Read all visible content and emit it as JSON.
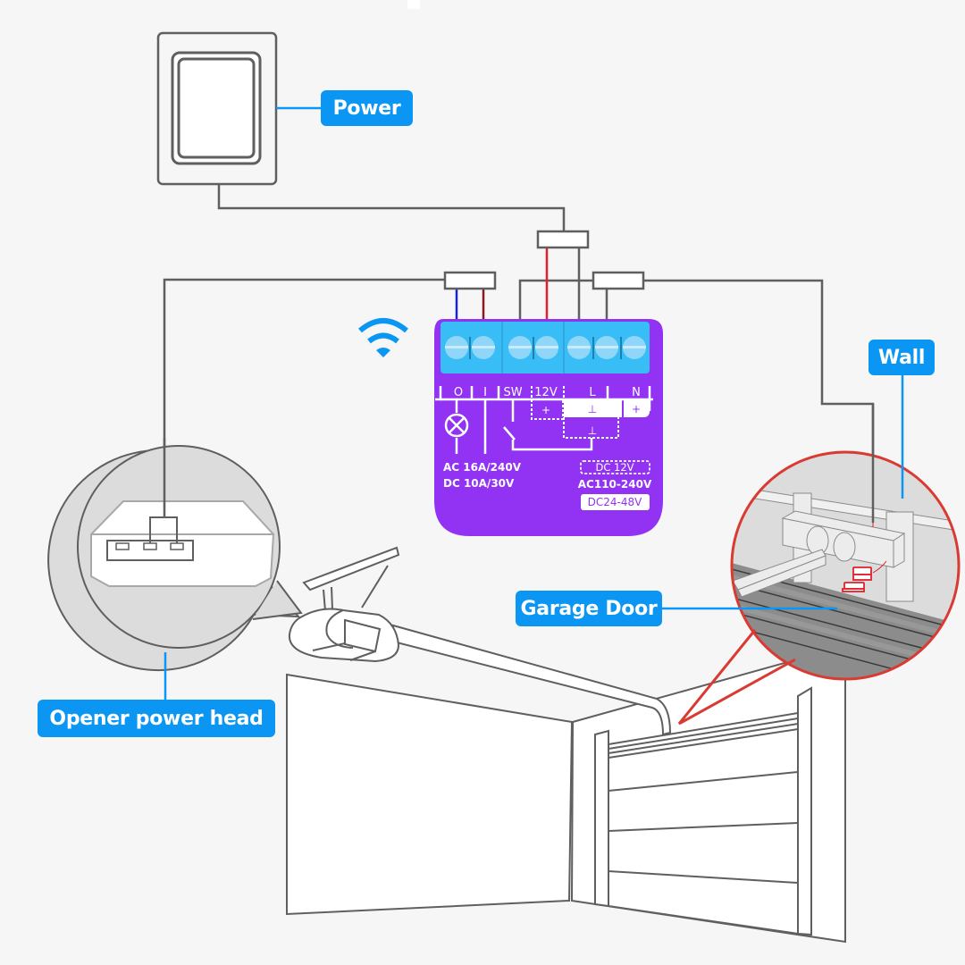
{
  "labels": {
    "power": "Power",
    "wall": "Wall",
    "garage_door": "Garage Door",
    "opener_power_head": "Opener power head"
  },
  "module": {
    "terminals": [
      "O",
      "I",
      "SW",
      "12V",
      "L",
      "N"
    ],
    "plus_12v": "+",
    "ground_l": "⊥",
    "plus_n": "+",
    "ground_dashed": "⊥",
    "rating_ac": "AC 16A/240V",
    "rating_dc": "DC 10A/30V",
    "supply_dc12": "DC 12V",
    "supply_ac": "AC110-240V",
    "supply_dc24": "DC24-48V"
  },
  "icons": {
    "wifi": "wifi-icon",
    "lamp": "lamp-icon"
  },
  "colors": {
    "background": "#f6f6f6",
    "label_blue": "#0a96f2",
    "module_purple": "#9233f4",
    "terminal_blue": "#38bdf6",
    "wire_gray": "#5f5f5f",
    "wire_red": "#e0202a",
    "wire_blue": "#1a24c8",
    "wire_darkred": "#8a1a1a",
    "callout_red": "#d93a32"
  }
}
